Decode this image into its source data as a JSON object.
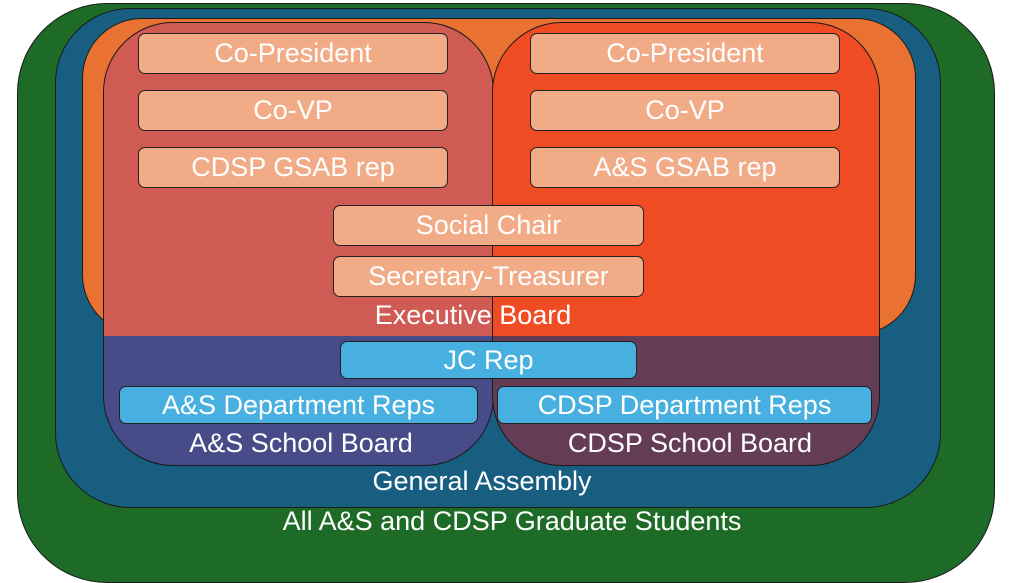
{
  "colors": {
    "all_students": "#1e6b27",
    "general_assembly": "#175e80",
    "executive_board": "#e97132",
    "as_board_exec": "#d05b55",
    "as_board": "#474c88",
    "cdsp_board_exec": "#f04c23",
    "cdsp_board": "#653c55",
    "officer": "#f2ab87",
    "rep": "#47b0e0"
  },
  "left_officers": [
    "Co-President",
    "Co-VP",
    "CDSP GSAB rep"
  ],
  "right_officers": [
    "Co-President",
    "Co-VP",
    "A&S GSAB rep"
  ],
  "shared_officers": [
    "Social Chair",
    "Secretary-Treasurer"
  ],
  "labels": {
    "executive_board": "Executive Board",
    "jc_rep": "JC Rep",
    "as_dept_reps": "A&S Department Reps",
    "cdsp_dept_reps": "CDSP Department Reps",
    "as_school_board": "A&S School Board",
    "cdsp_school_board": "CDSP School Board",
    "general_assembly": "General Assembly",
    "all_students": "All A&S and CDSP Graduate Students"
  }
}
